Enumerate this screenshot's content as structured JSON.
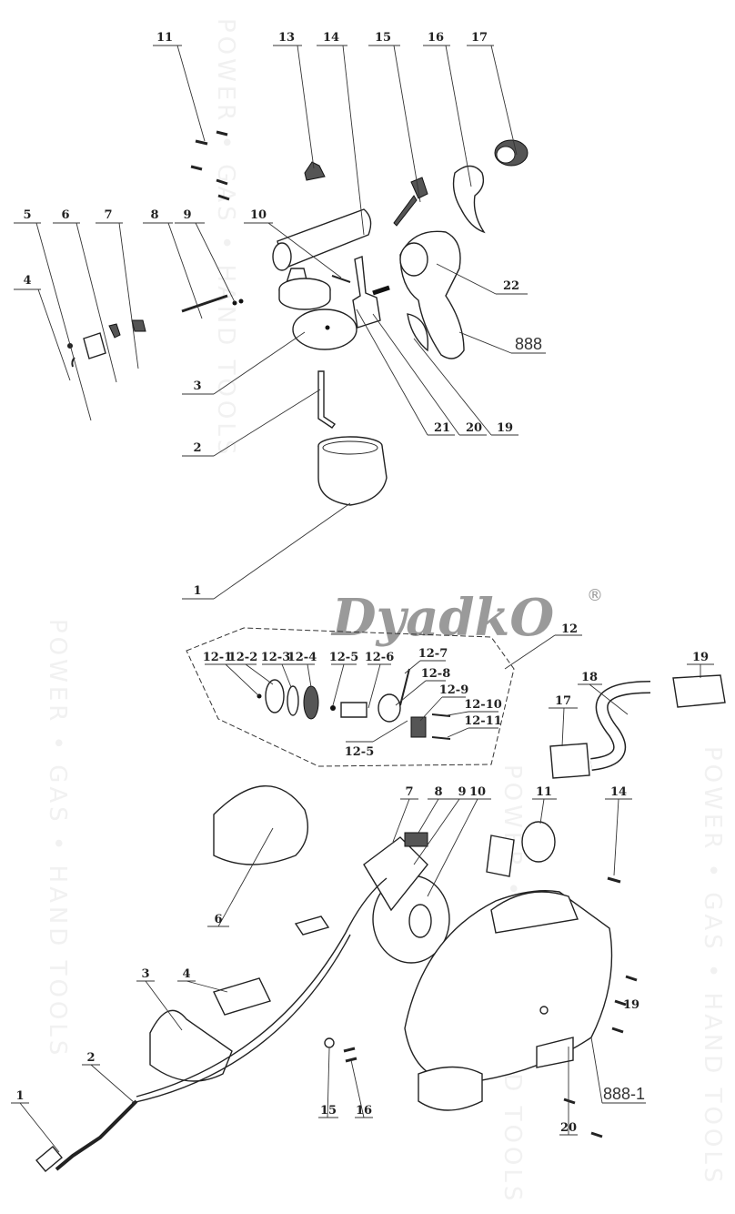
{
  "watermark": {
    "text": "POWER • GAS • HAND TOOLS",
    "logo": "DyadkO",
    "registered": "®"
  },
  "gun_assembly": {
    "callouts": [
      "11",
      "13",
      "14",
      "15",
      "16",
      "17",
      "5",
      "6",
      "7",
      "8",
      "9",
      "10",
      "4",
      "22",
      "888",
      "3",
      "21",
      "20",
      "19",
      "2",
      "1"
    ]
  },
  "base_assembly": {
    "motor_callouts": [
      "12",
      "12-1",
      "12-2",
      "12-3",
      "12-4",
      "12-5",
      "12-6",
      "12-7",
      "12-8",
      "12-9",
      "12-10",
      "12-11",
      "12-5"
    ],
    "callouts": [
      "17",
      "18",
      "19",
      "14",
      "11",
      "10",
      "9",
      "8",
      "7",
      "6",
      "4",
      "3",
      "2",
      "1",
      "15",
      "16",
      "20",
      "888-1",
      "19"
    ]
  }
}
